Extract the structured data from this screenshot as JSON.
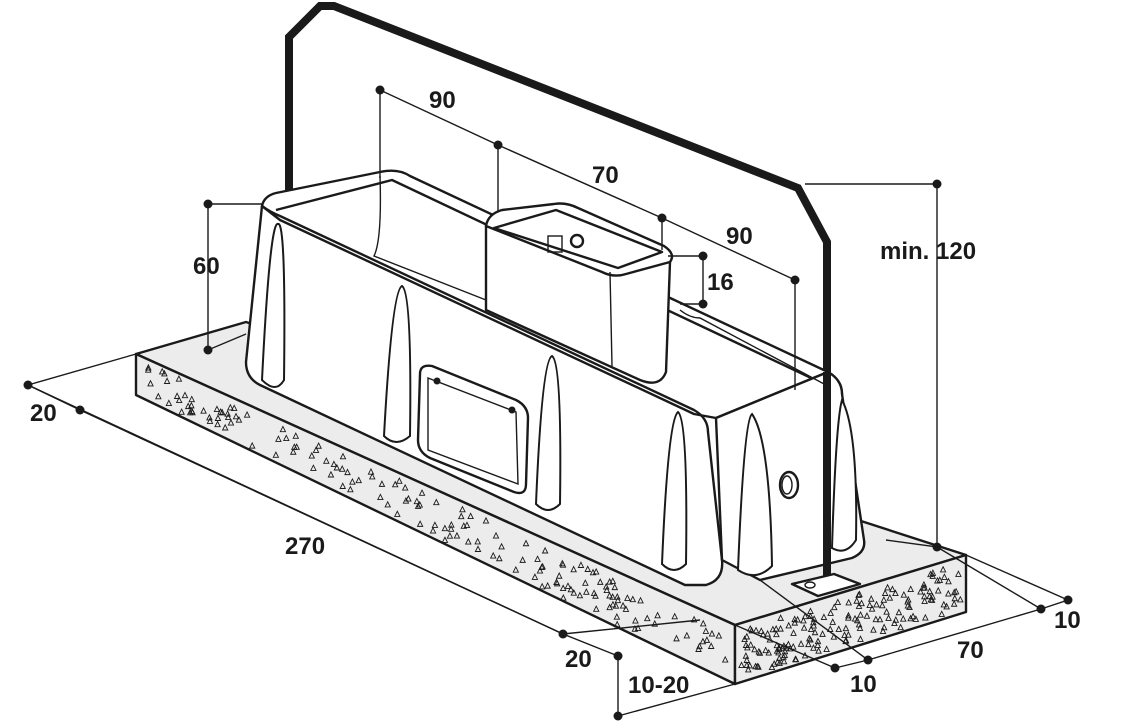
{
  "diagram": {
    "labels": {
      "len_90_left": "90",
      "len_70_top": "70",
      "len_90_right": "90",
      "height_60": "60",
      "lid_16": "16",
      "min_120": "min. 120",
      "base_20_left": "20",
      "base_270": "270",
      "base_20_front": "20",
      "base_10_20": "10-20",
      "base_10_front": "10",
      "base_70": "70",
      "base_10_right": "10"
    },
    "colors": {
      "ink": "#1a1a1a",
      "concrete": "#ececec",
      "background": "#ffffff"
    }
  }
}
